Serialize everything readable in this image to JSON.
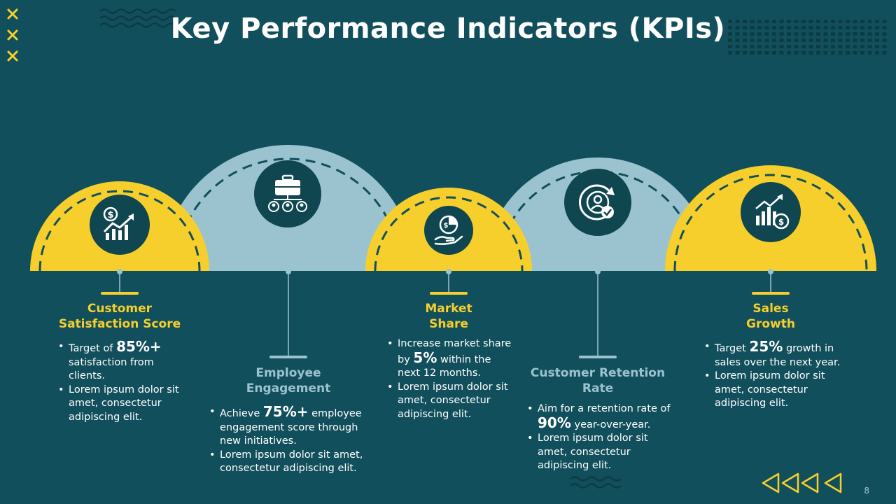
{
  "title": "Key Performance Indicators (KPIs)",
  "page_number": "8",
  "colors": {
    "background": "#124f5c",
    "yellow": "#f7cf2c",
    "light_blue": "#9ac3cf",
    "dark_teal": "#0f4650"
  },
  "kpis": [
    {
      "icon": "dollar-growth-chart-icon",
      "heading_line1": "Customer",
      "heading_line2": "Satisfaction Score",
      "b1_pre": "Target of ",
      "b1_big": "85%+",
      "b1_post": " satisfaction from clients.",
      "b2": "Lorem ipsum dolor sit amet, consectetur adipiscing elit."
    },
    {
      "icon": "briefcase-team-icon",
      "heading_line1": "Employee",
      "heading_line2": "Engagement",
      "b1_pre": "Achieve ",
      "b1_big": "75%+",
      "b1_post": " employee engagement score through new initiatives.",
      "b2": "Lorem ipsum dolor sit amet, consectetur adipiscing elit."
    },
    {
      "icon": "hand-pie-chart-icon",
      "heading_line1": "Market",
      "heading_line2": "Share",
      "b1_pre": "Increase market share by ",
      "b1_big": "5%",
      "b1_post": " within the next 12 months.",
      "b2": "Lorem ipsum dolor sit amet, consectetur adipiscing elit."
    },
    {
      "icon": "customer-retention-icon",
      "heading_line1": "Customer Retention",
      "heading_line2": "Rate",
      "b1_pre": "Aim for a retention rate of ",
      "b1_big": "90%",
      "b1_post": " year-over-year.",
      "b2": "Lorem ipsum dolor sit amet, consectetur adipiscing elit."
    },
    {
      "icon": "sales-growth-chart-icon",
      "heading_line1": "Sales",
      "heading_line2": "Growth",
      "b1_pre": "Target ",
      "b1_big": "25%",
      "b1_post": " growth in sales over the next year.",
      "b2": "Lorem ipsum dolor sit amet, consectetur adipiscing elit."
    }
  ]
}
